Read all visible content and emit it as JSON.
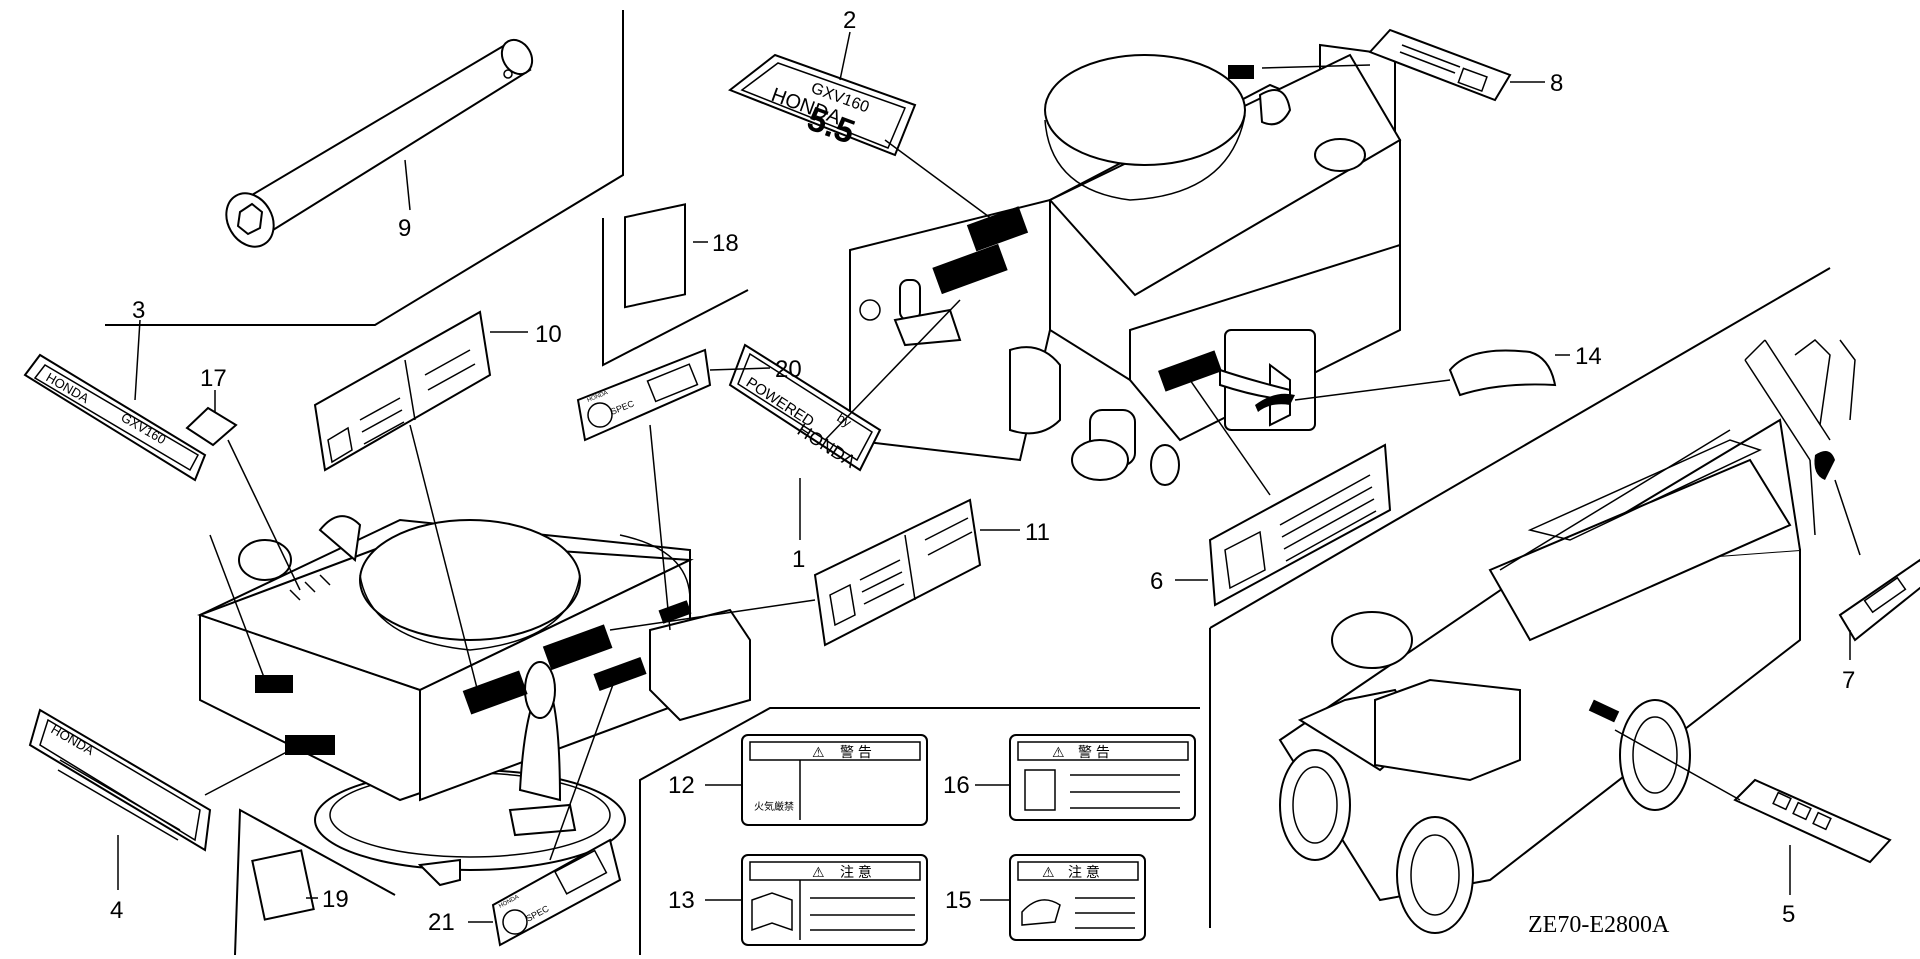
{
  "diagram_code": "ZE70-E2800A",
  "callouts": [
    "1",
    "2",
    "3",
    "4",
    "5",
    "6",
    "7",
    "8",
    "9",
    "10",
    "11",
    "12",
    "13",
    "14",
    "15",
    "16",
    "17",
    "18",
    "19",
    "20",
    "21"
  ],
  "labels": {
    "powered_line1": "POWERED",
    "powered_line2": "by",
    "powered_line3": "HONDA",
    "model_gxv160": "GXV160",
    "brand_honda": "HONDA",
    "emblem_number": "5.5",
    "honda_gxv160_brand": "HONDA",
    "honda_gxv160_model": "GXV160",
    "honda_plate": "HONDA",
    "warning_kanji": "警 告",
    "caution_kanji": "注 意",
    "label12_side": "火気厳禁",
    "espec_small": "HONDA",
    "espec_main": "SPEC"
  }
}
